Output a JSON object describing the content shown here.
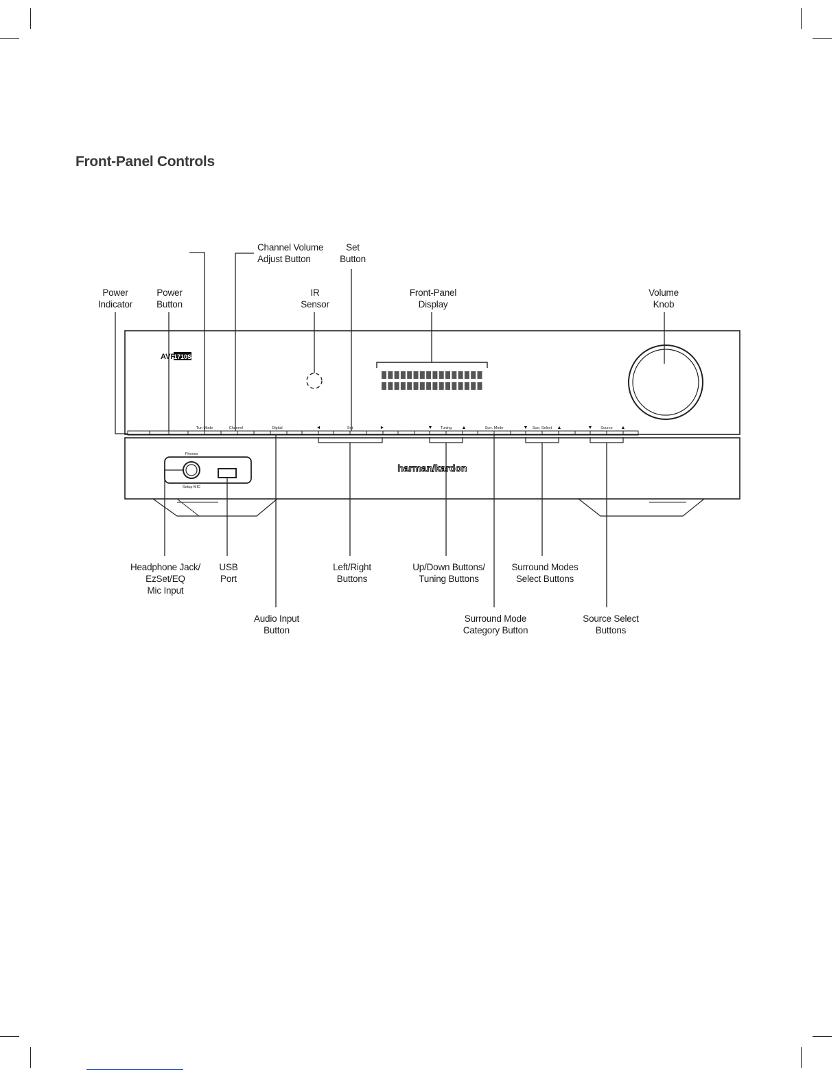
{
  "page": {
    "title": "Front-Panel Controls"
  },
  "device": {
    "model_prefix": "AVR",
    "model_number": "1710S",
    "brand": "harman/kardon",
    "jack_top_label": "Phones",
    "jack_bottom_label": "Setup MIC",
    "button_labels": {
      "tune_mode": "Tun Mode",
      "channel": "Channel",
      "digital": "Digital",
      "set": "Set",
      "tuning": "Tuning",
      "surr_mode": "Surr. Mode",
      "surr_select": "Surr. Select",
      "source": "Source"
    },
    "arrow_left": "◄",
    "arrow_right": "►",
    "arrow_down": "▼",
    "arrow_up": "▲"
  },
  "callouts": {
    "power_indicator": "Power\nIndicator",
    "power_button": "Power\nButton",
    "channel_volume": "Channel Volume\nAdjust Button",
    "set_button": "Set\nButton",
    "ir_sensor": "IR\nSensor",
    "front_panel_display": "Front-Panel\nDisplay",
    "volume_knob": "Volume\nKnob",
    "headphone_jack": "Headphone Jack/\nEzSet/EQ\nMic Input",
    "usb_port": "USB\nPort",
    "left_right": "Left/Right\nButtons",
    "up_down": "Up/Down Buttons/\nTuning Buttons",
    "surround_modes_select": "Surround Modes\nSelect Buttons",
    "audio_input": "Audio Input\nButton",
    "surround_mode_category": "Surround Mode\nCategory Button",
    "source_select": "Source Select\nButtons"
  }
}
